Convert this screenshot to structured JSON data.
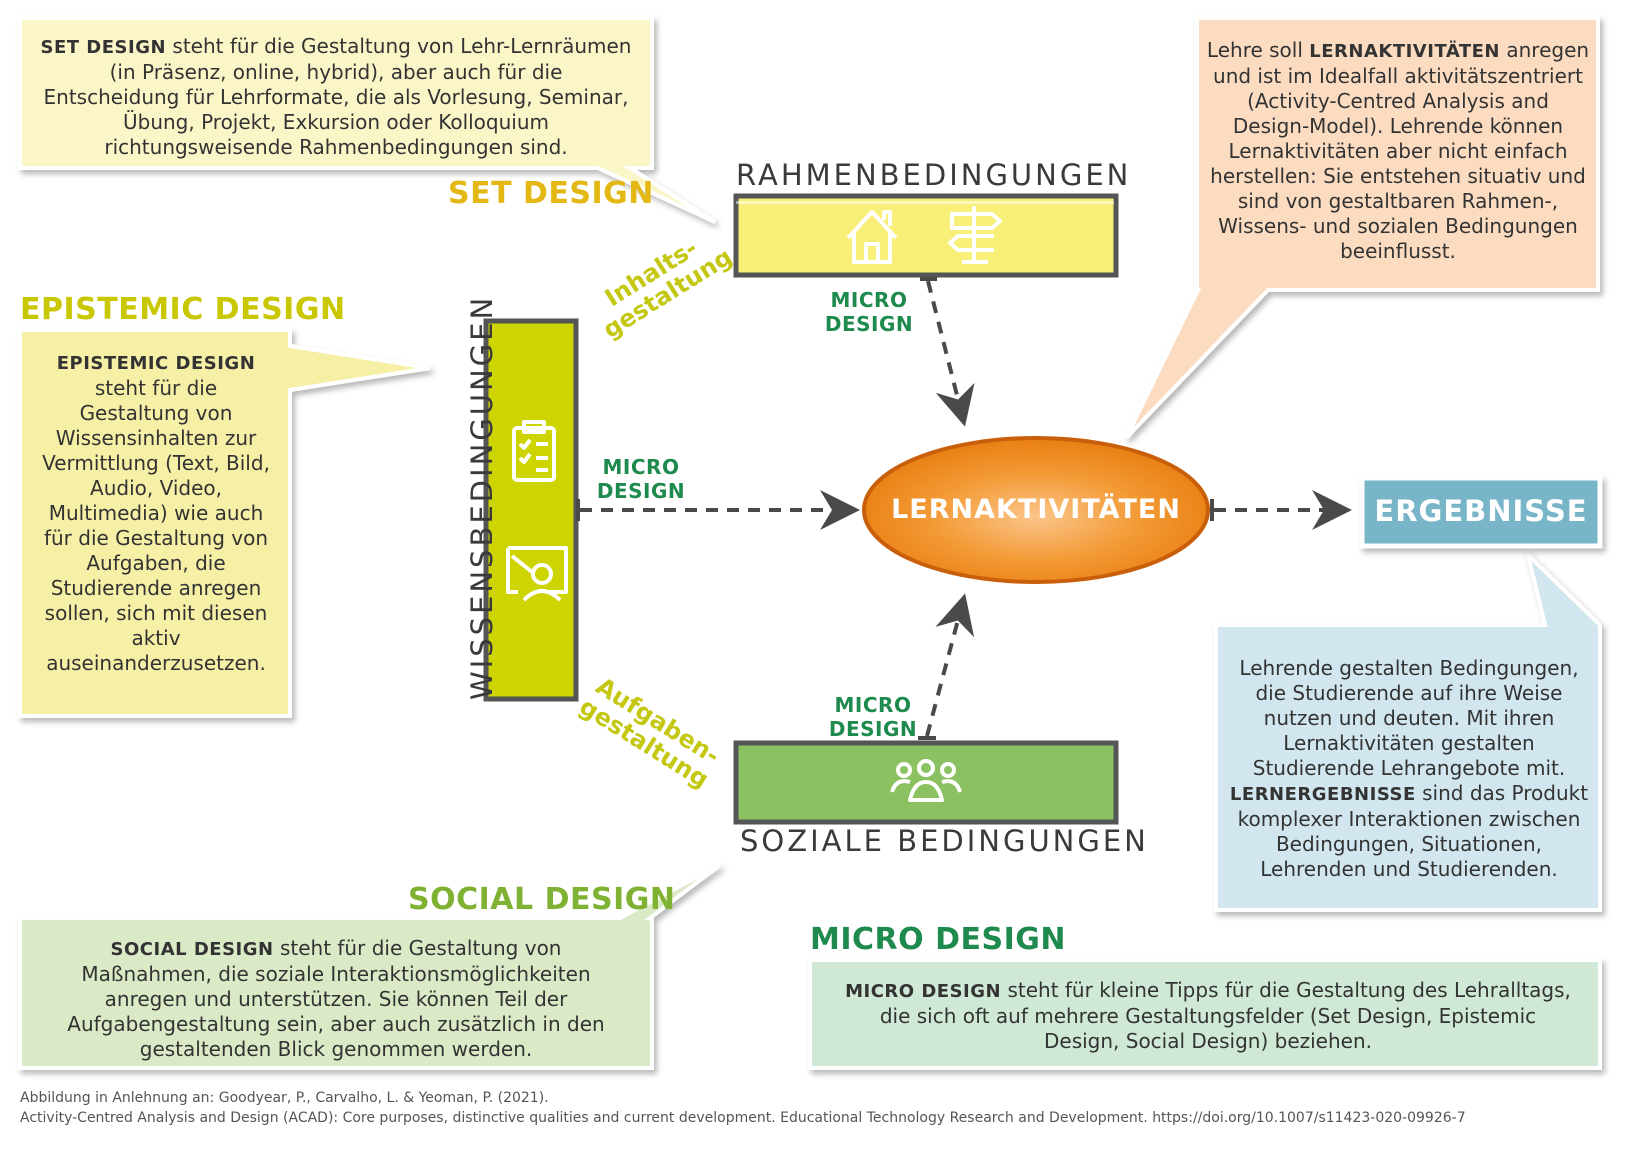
{
  "set_design": {
    "heading": "SET DESIGN",
    "box_bold": "SET DESIGN",
    "box_text": " steht für die Gestaltung von Lehr-Lernräumen (in Präsenz, online, hybrid), aber auch für die Entscheidung für Lehrformate, die als Vorlesung, Seminar, Übung, Projekt, Exkursion oder Kolloquium richtungsweisende Rahmenbedingungen sind."
  },
  "epistemic_design": {
    "heading": "EPISTEMIC DESIGN",
    "box_bold": "EPISTEMIC DESIGN",
    "box_text": " steht für die Gestaltung von Wissensinhalten zur Vermittlung (Text, Bild, Audio, Video, Multimedia) wie auch für die Gestaltung von Aufgaben, die Studierende anregen sollen, sich mit diesen aktiv auseinanderzusetzen."
  },
  "social_design": {
    "heading": "SOCIAL DESIGN",
    "box_bold": "SOCIAL DESIGN",
    "box_text": " steht für die Gestaltung von Maßnahmen, die soziale Interaktionsmöglichkeiten anregen und unterstützen. Sie können Teil der Aufgabengestaltung sein, aber auch zusätzlich in den gestaltenden Blick genommen werden."
  },
  "micro_design": {
    "heading": "MICRO DESIGN",
    "box_bold": "MICRO DESIGN",
    "box_text": " steht für kleine Tipps für die Gestaltung des Lehralltags, die sich oft auf mehrere Gestaltungsfelder (Set Design, Epistemic Design, Social Design) beziehen."
  },
  "lernaktivitaeten_box": {
    "text_before": "Lehre soll ",
    "bold": "LERNAKTIVITÄTEN",
    "text_after": " anregen und ist im Idealfall aktivitätszentriert (Activity-Centred Analysis and Design-Model). Lehrende können Lernaktivitäten aber nicht einfach herstellen: Sie entstehen situativ und sind von gestaltbaren Rahmen-, Wissens- und sozialen Bedingungen beeinflusst."
  },
  "ergebnisse_box": {
    "text_before": "Lehrende gestalten Bedingungen, die Studierende auf ihre Weise nutzen und deuten. Mit ihren Lernaktivitäten gestalten Studierende Lehrangebote mit. ",
    "bold": "LERNERGEBNISSE",
    "text_after": " sind das Produkt komplexer Interaktionen zwischen Bedingungen, Situationen, Lehrenden und Studierenden."
  },
  "nodes": {
    "rahmenbedingungen": "RAHMENBEDINGUNGEN",
    "wissensbedingungen": "WISSENSBEDINGUNGEN",
    "soziale_bedingungen": "SOZIALE BEDINGUNGEN",
    "lernaktivitaeten": "LERNAKTIVITÄTEN",
    "ergebnisse": "ERGEBNISSE"
  },
  "micro_labels": {
    "top": [
      "MICRO",
      "DESIGN"
    ],
    "left": [
      "MICRO",
      "DESIGN"
    ],
    "bottom": [
      "MICRO",
      "DESIGN"
    ]
  },
  "rotated_labels": {
    "inhalt": [
      "Inhalts-",
      "gestaltung"
    ],
    "aufgaben": [
      "Aufgaben-",
      "gestaltung"
    ]
  },
  "credits": {
    "line1": "Abbildung in Anlehnung an: Goodyear, P., Carvalho, L. & Yeoman, P. (2021).",
    "line2": "Activity-Centred Analysis and Design (ACAD): Core purposes, distinctive qualities and current development. Educational Technology Research and Development. https://doi.org/10.1007/s11423-020-09926-7"
  },
  "colors": {
    "set_yellow": "#f7f08a",
    "set_heading": "#e3b714",
    "epistemic_box": "#f6efa6",
    "wissen_green": "#cfd600",
    "epistemic_heading": "#c9c700",
    "social_green": "#8fc260",
    "social_box": "#d9e9c4",
    "social_heading": "#7fb132",
    "micro_heading": "#1e8a4e",
    "micro_box": "#cfe9d6",
    "orange_box": "#fbdcc0",
    "ergebnisse_blue": "#7fb8cc",
    "ergebnisse_box": "#cfe4ec",
    "lern_orange": "#f08a1d"
  },
  "icons": [
    "house-icon",
    "signpost-icon",
    "clipboard-checklist-icon",
    "presenter-board-icon",
    "group-people-icon"
  ]
}
